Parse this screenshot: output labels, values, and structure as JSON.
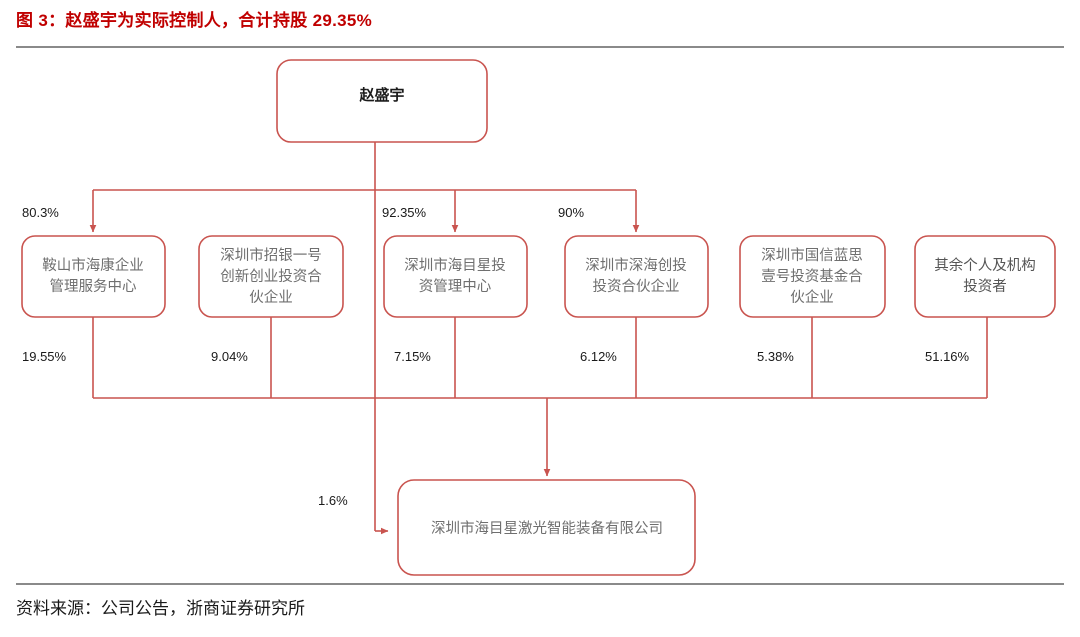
{
  "figure": {
    "title": "图 3：赵盛宇为实际控制人，合计持股 29.35%",
    "source": "资料来源：公司公告，浙商证券研究所",
    "accent_color": "#C00000",
    "line_color": "#C9544F",
    "node_text_color": "#6f6f6f"
  },
  "chart_data": {
    "type": "diagram",
    "title": "图 3：赵盛宇为实际控制人，合计持股 29.35%",
    "root": {
      "id": "root",
      "label": "赵盛宇"
    },
    "holders": [
      {
        "id": "h1",
        "label": "鞍山市海康企业管理服务中心",
        "lines": [
          "鞍山市海康企业",
          "管理服务中心"
        ],
        "from_root": "80.3%",
        "to_target": "19.55%"
      },
      {
        "id": "h2",
        "label": "深圳市招银一号创新创业投资合伙企业",
        "lines": [
          "深圳市招银一号",
          "创新创业投资合",
          "伙企业"
        ],
        "from_root": "",
        "to_target": "9.04%"
      },
      {
        "id": "h3",
        "label": "深圳市海目星投资管理中心",
        "lines": [
          "深圳市海目星投",
          "资管理中心"
        ],
        "from_root": "92.35%",
        "to_target": "7.15%"
      },
      {
        "id": "h4",
        "label": "深圳市深海创投投资合伙企业",
        "lines": [
          "深圳市深海创投",
          "投资合伙企业"
        ],
        "from_root": "90%",
        "to_target": "6.12%"
      },
      {
        "id": "h5",
        "label": "深圳市国信蓝思壹号投资基金合伙企业",
        "lines": [
          "深圳市国信蓝思",
          "壹号投资基金合",
          "伙企业"
        ],
        "from_root": "",
        "to_target": "5.38%"
      },
      {
        "id": "h6",
        "label": "其余个人及机构投资者",
        "lines": [
          "其余个人及机构",
          "投资者"
        ],
        "from_root": "",
        "to_target": "51.16%"
      }
    ],
    "direct_stake": {
      "label": "1.6%",
      "from": "root",
      "to": "target"
    },
    "target": {
      "id": "target",
      "label": "深圳市海目星激光智能装备有限公司"
    },
    "edge_labels": [
      "80.3%",
      "92.35%",
      "90%",
      "19.55%",
      "9.04%",
      "7.15%",
      "6.12%",
      "5.38%",
      "51.16%",
      "1.6%"
    ]
  }
}
